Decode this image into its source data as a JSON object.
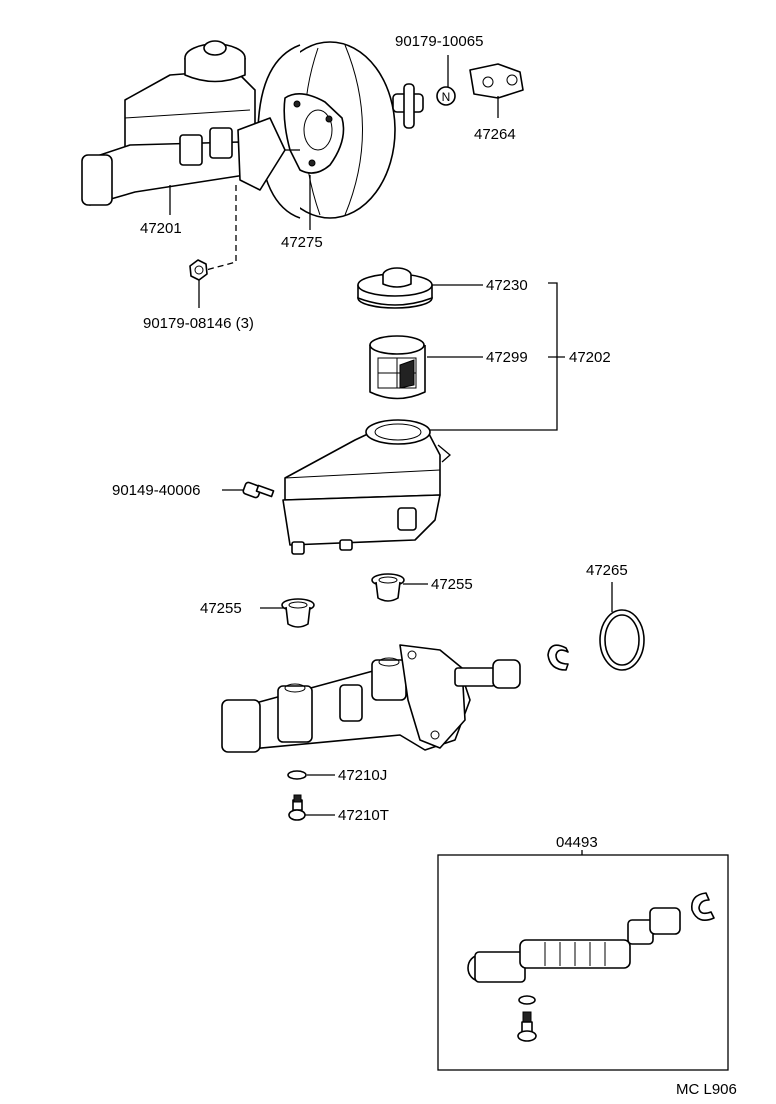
{
  "labels": {
    "p90179_10065": "90179-10065",
    "p47264": "47264",
    "p47201": "47201",
    "p47275": "47275",
    "p90179_08146": "90179-08146 (3)",
    "p47230": "47230",
    "p47299": "47299",
    "p47202": "47202",
    "p90149_40006": "90149-40006",
    "p47255a": "47255",
    "p47255b": "47255",
    "p47265": "47265",
    "p47210J": "47210J",
    "p47210T": "47210T",
    "p04493": "04493",
    "code": "MC L906",
    "nut_letter": "N"
  }
}
